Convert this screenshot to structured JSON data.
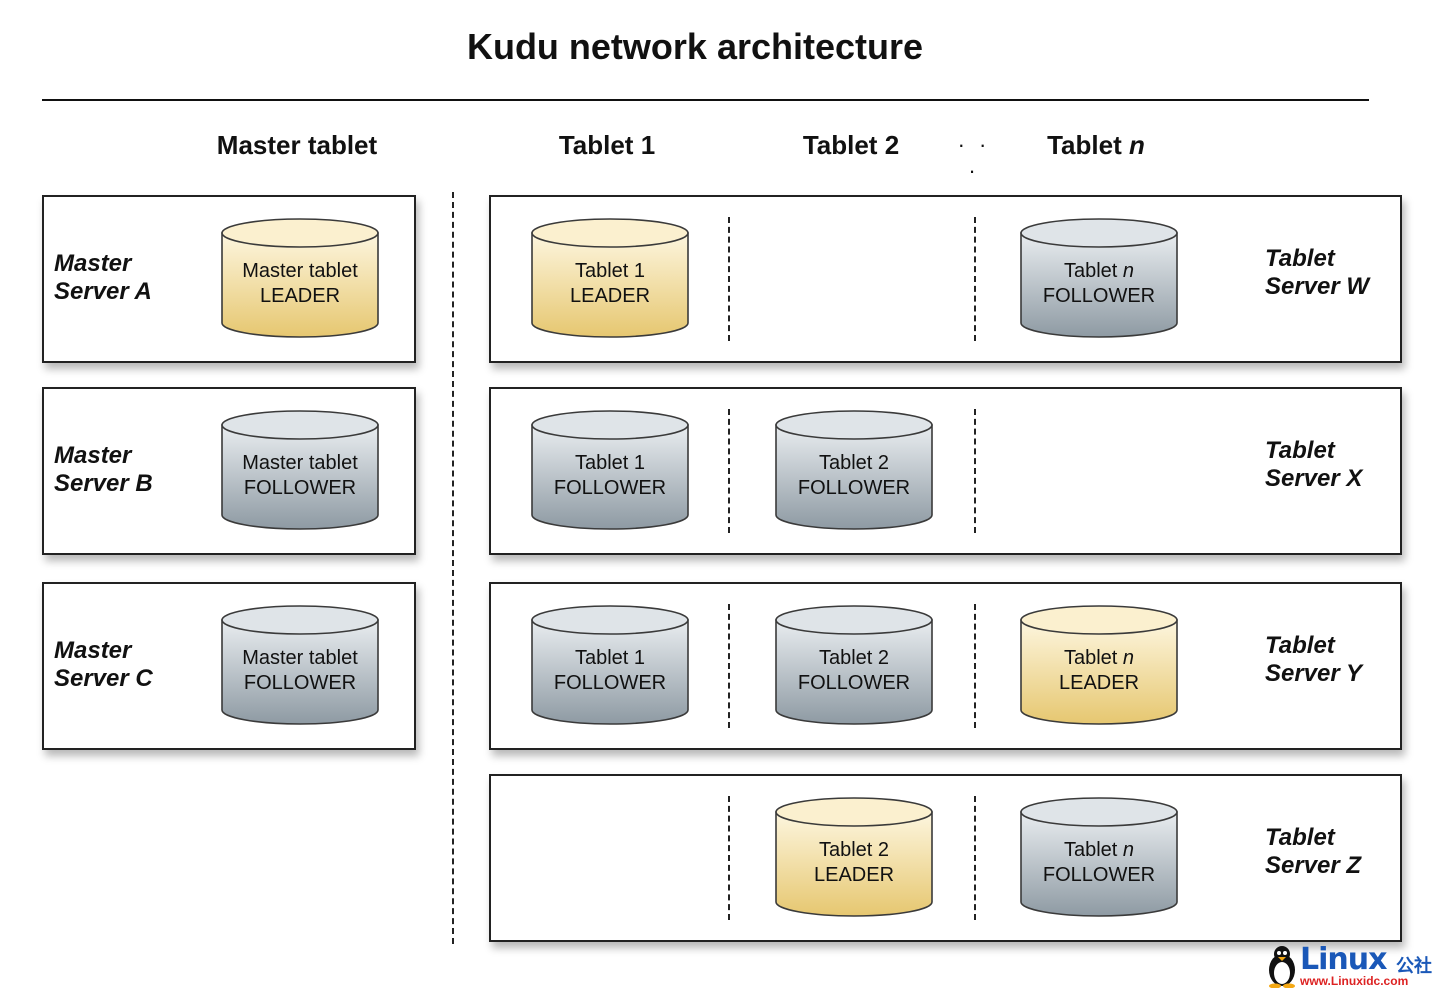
{
  "title": "Kudu network architecture",
  "column_headers": {
    "master": "Master tablet",
    "tablet1": "Tablet 1",
    "tablet2": "Tablet 2",
    "ellipsis": "· · ·",
    "tabletn_prefix": "Tablet",
    "tabletn_suffix": "n"
  },
  "master_servers": [
    {
      "label_line1": "Master",
      "label_line2": "Server A",
      "tablet": {
        "line1": "Master tablet",
        "line2": "LEADER",
        "role": "leader"
      }
    },
    {
      "label_line1": "Master",
      "label_line2": "Server B",
      "tablet": {
        "line1": "Master tablet",
        "line2": "FOLLOWER",
        "role": "follower"
      }
    },
    {
      "label_line1": "Master",
      "label_line2": "Server C",
      "tablet": {
        "line1": "Master tablet",
        "line2": "FOLLOWER",
        "role": "follower"
      }
    }
  ],
  "tablet_servers": [
    {
      "label_line1": "Tablet",
      "label_line2": "Server W",
      "tablets": [
        {
          "line1": "Tablet 1",
          "line2": "LEADER",
          "role": "leader"
        },
        null,
        {
          "line1_prefix": "Tablet",
          "line1_italic": "n",
          "line2": "FOLLOWER",
          "role": "follower"
        }
      ]
    },
    {
      "label_line1": "Tablet",
      "label_line2": "Server X",
      "tablets": [
        {
          "line1": "Tablet 1",
          "line2": "FOLLOWER",
          "role": "follower"
        },
        {
          "line1": "Tablet 2",
          "line2": "FOLLOWER",
          "role": "follower"
        },
        null
      ]
    },
    {
      "label_line1": "Tablet",
      "label_line2": "Server Y",
      "tablets": [
        {
          "line1": "Tablet 1",
          "line2": "FOLLOWER",
          "role": "follower"
        },
        {
          "line1": "Tablet 2",
          "line2": "FOLLOWER",
          "role": "follower"
        },
        {
          "line1_prefix": "Tablet",
          "line1_italic": "n",
          "line2": "LEADER",
          "role": "leader"
        }
      ]
    },
    {
      "label_line1": "Tablet",
      "label_line2": "Server Z",
      "tablets": [
        null,
        {
          "line1": "Tablet 2",
          "line2": "LEADER",
          "role": "leader"
        },
        {
          "line1_prefix": "Tablet",
          "line1_italic": "n",
          "line2": "FOLLOWER",
          "role": "follower"
        }
      ]
    }
  ],
  "colors": {
    "leader_top": "#fbf0cf",
    "leader_body_light": "#fdf6df",
    "leader_body_dark": "#e6c770",
    "follower_top": "#dfe4e8",
    "follower_body_light": "#e9edf0",
    "follower_body_dark": "#8e9aa3",
    "stroke": "#3a3a3a"
  },
  "watermark": {
    "brand": "Linux",
    "brand_cn": "公社",
    "url": "www.Linuxidc.com"
  }
}
